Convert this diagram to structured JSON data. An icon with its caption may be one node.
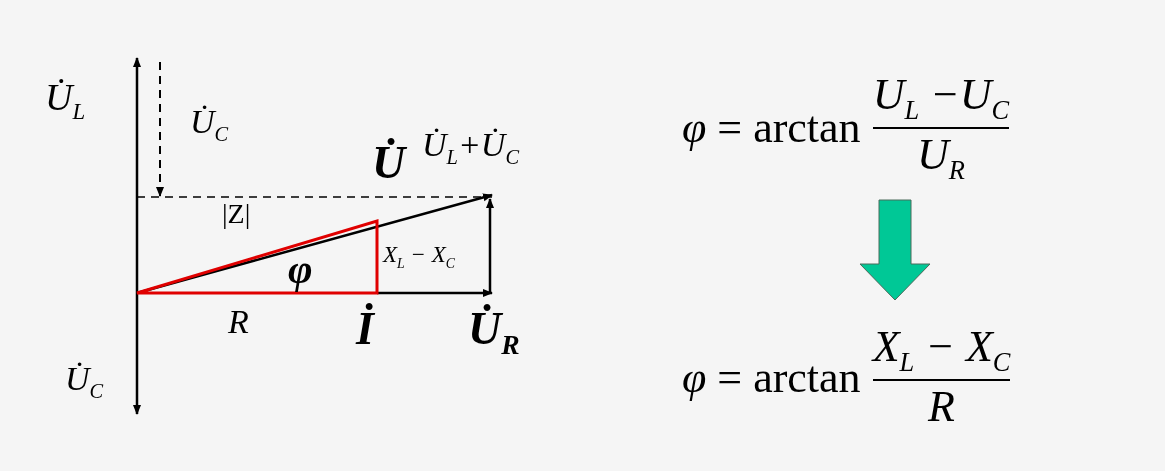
{
  "diagram": {
    "nodes": [
      {
        "text": [
          "*φ* = arctan",
          "U$_{L}$ −U$_{C}$",
          "U$_{R}$"
        ]
      },
      {
        "text": [
          "*φ* = arctan",
          "X$_{L}$ − X$_{C}$",
          "R"
        ]
      }
    ],
    "edges": [
      {
        "from": 0,
        "to": 1,
        "arrow": "to",
        "style": "thick",
        "color": "#00c896"
      }
    ],
    "labels": [
      "U̇$_{L}$",
      "U̇$_{C}$",
      "U̇$_{L}$+U̇$_{C}$",
      "U̇",
      "|Z|",
      "X$_{L}$ − X$_{C}$",
      "φ",
      "R",
      "İ",
      "U̇$_{R}$",
      "U̇$_{C}$"
    ]
  }
}
